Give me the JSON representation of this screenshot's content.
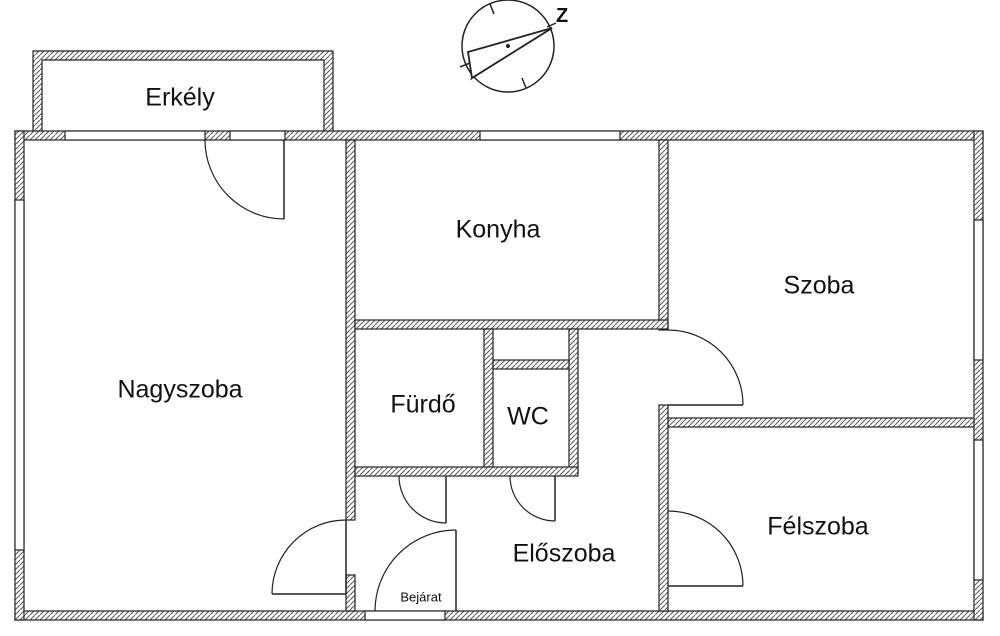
{
  "rooms": {
    "erkely": "Erkély",
    "nagyszoba": "Nagyszoba",
    "konyha": "Konyha",
    "szoba": "Szoba",
    "furdo": "Fürdő",
    "wc": "WC",
    "eloszoba": "Előszoba",
    "felszoba": "Félszoba"
  },
  "entrance_label": "Bejárat",
  "compass": {
    "north_letter": "Z",
    "icon": "compass-north-arrow-icon"
  },
  "colors": {
    "wall": "#222222",
    "background": "#ffffff"
  }
}
